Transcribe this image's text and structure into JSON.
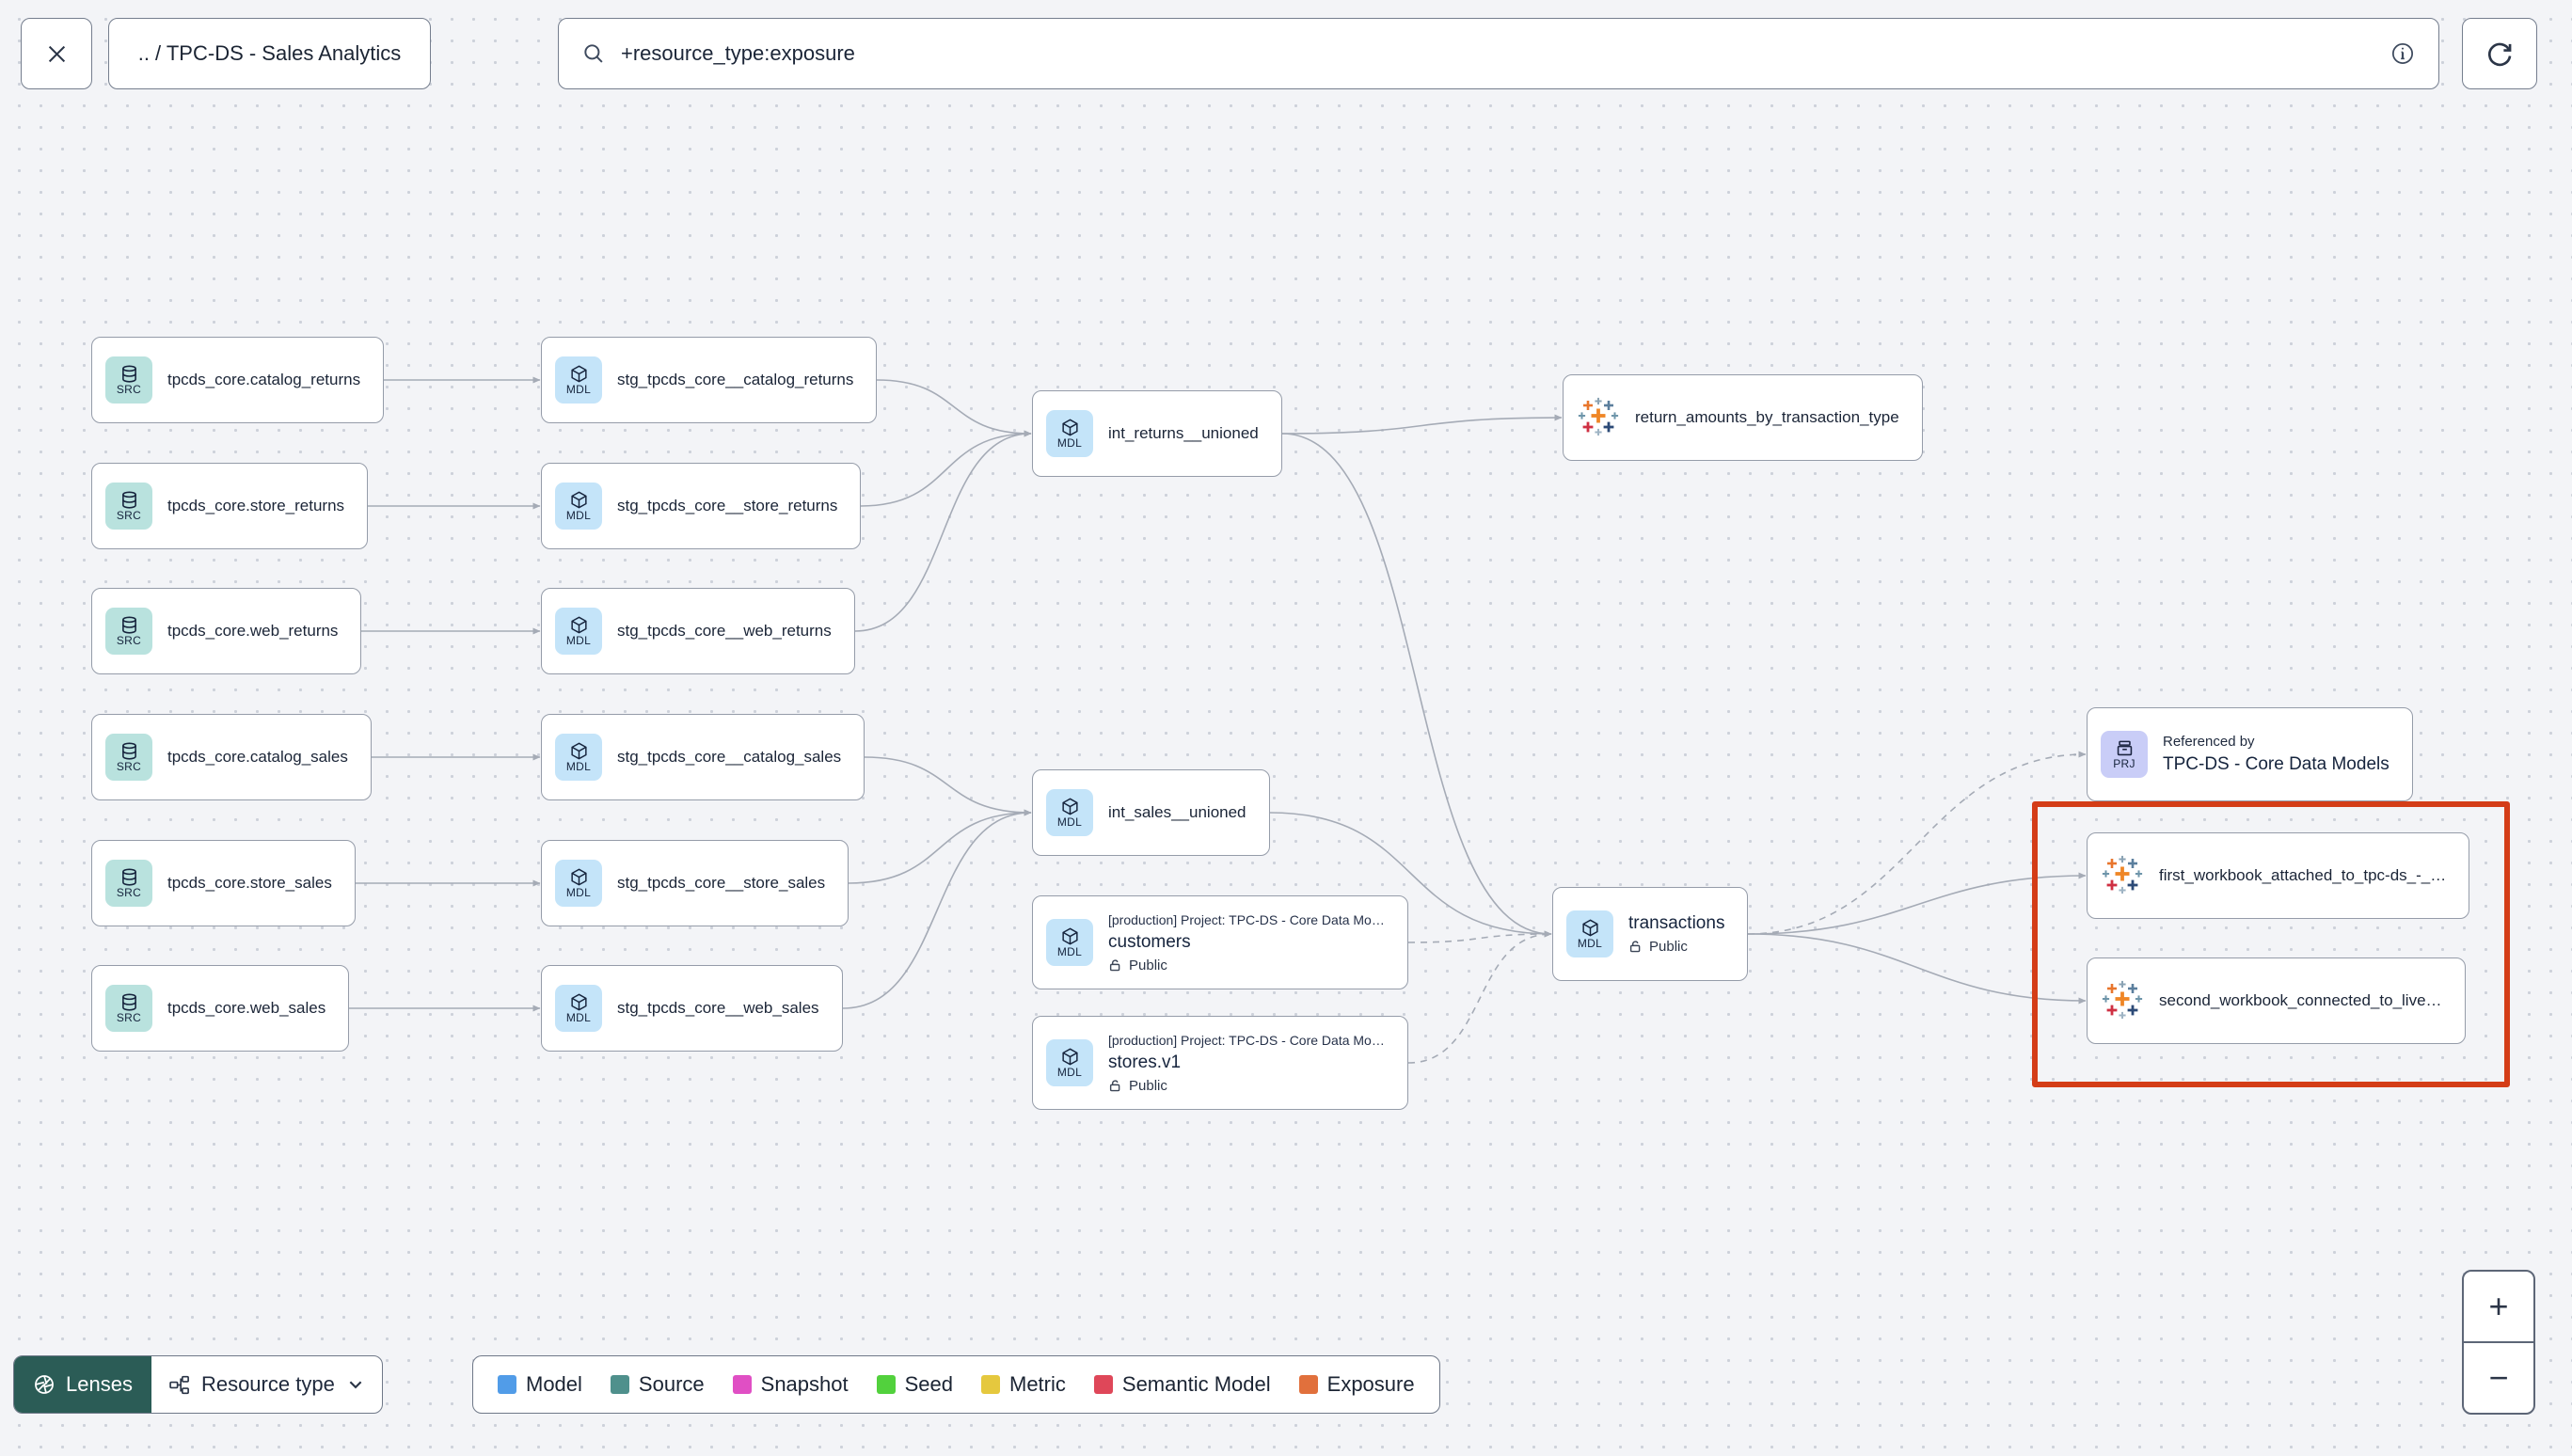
{
  "topbar": {
    "breadcrumb": ".. / TPC-DS - Sales Analytics",
    "search_value": "+resource_type:exposure"
  },
  "graph": {
    "nodes": [
      {
        "id": "src_catalog_returns",
        "kind": "simple",
        "badge": "SRC",
        "label": "tpcds_core.catalog_returns"
      },
      {
        "id": "src_store_returns",
        "kind": "simple",
        "badge": "SRC",
        "label": "tpcds_core.store_returns"
      },
      {
        "id": "src_web_returns",
        "kind": "simple",
        "badge": "SRC",
        "label": "tpcds_core.web_returns"
      },
      {
        "id": "src_catalog_sales",
        "kind": "simple",
        "badge": "SRC",
        "label": "tpcds_core.catalog_sales"
      },
      {
        "id": "src_store_sales",
        "kind": "simple",
        "badge": "SRC",
        "label": "tpcds_core.store_sales"
      },
      {
        "id": "src_web_sales",
        "kind": "simple",
        "badge": "SRC",
        "label": "tpcds_core.web_sales"
      },
      {
        "id": "stg_catalog_returns",
        "kind": "simple",
        "badge": "MDL",
        "label": "stg_tpcds_core__catalog_returns"
      },
      {
        "id": "stg_store_returns",
        "kind": "simple",
        "badge": "MDL",
        "label": "stg_tpcds_core__store_returns"
      },
      {
        "id": "stg_web_returns",
        "kind": "simple",
        "badge": "MDL",
        "label": "stg_tpcds_core__web_returns"
      },
      {
        "id": "stg_catalog_sales",
        "kind": "simple",
        "badge": "MDL",
        "label": "stg_tpcds_core__catalog_sales"
      },
      {
        "id": "stg_store_sales",
        "kind": "simple",
        "badge": "MDL",
        "label": "stg_tpcds_core__store_sales"
      },
      {
        "id": "stg_web_sales",
        "kind": "simple",
        "badge": "MDL",
        "label": "stg_tpcds_core__web_sales"
      },
      {
        "id": "int_returns",
        "kind": "simple",
        "badge": "MDL",
        "label": "int_returns__unioned"
      },
      {
        "id": "int_sales",
        "kind": "simple",
        "badge": "MDL",
        "label": "int_sales__unioned"
      },
      {
        "id": "customers",
        "kind": "detail",
        "badge": "MDL",
        "meta": "[production] Project: TPC-DS - Core Data Mo…",
        "label": "customers",
        "access": "Public"
      },
      {
        "id": "stores",
        "kind": "detail",
        "badge": "MDL",
        "meta": "[production] Project: TPC-DS - Core Data Mo…",
        "label": "stores.v1",
        "access": "Public"
      },
      {
        "id": "return_amounts",
        "kind": "exposure",
        "label": "return_amounts_by_transaction_type"
      },
      {
        "id": "transactions",
        "kind": "detail",
        "badge": "MDL",
        "label": "transactions",
        "access": "Public"
      },
      {
        "id": "referenced_by",
        "kind": "project",
        "badge": "PRJ",
        "meta": "Referenced by",
        "label": "TPC-DS - Core Data Models"
      },
      {
        "id": "first_workbook",
        "kind": "exposure",
        "label": "first_workbook_attached_to_tpc-ds_-_…"
      },
      {
        "id": "second_workbook",
        "kind": "exposure",
        "label": "second_workbook_connected_to_live…"
      }
    ],
    "edges": [
      {
        "from": "src_catalog_returns",
        "to": "stg_catalog_returns",
        "style": "solid"
      },
      {
        "from": "src_store_returns",
        "to": "stg_store_returns",
        "style": "solid"
      },
      {
        "from": "src_web_returns",
        "to": "stg_web_returns",
        "style": "solid"
      },
      {
        "from": "src_catalog_sales",
        "to": "stg_catalog_sales",
        "style": "solid"
      },
      {
        "from": "src_store_sales",
        "to": "stg_store_sales",
        "style": "solid"
      },
      {
        "from": "src_web_sales",
        "to": "stg_web_sales",
        "style": "solid"
      },
      {
        "from": "stg_catalog_returns",
        "to": "int_returns",
        "style": "solid"
      },
      {
        "from": "stg_store_returns",
        "to": "int_returns",
        "style": "solid"
      },
      {
        "from": "stg_web_returns",
        "to": "int_returns",
        "style": "solid"
      },
      {
        "from": "stg_catalog_sales",
        "to": "int_sales",
        "style": "solid"
      },
      {
        "from": "stg_store_sales",
        "to": "int_sales",
        "style": "solid"
      },
      {
        "from": "stg_web_sales",
        "to": "int_sales",
        "style": "solid"
      },
      {
        "from": "int_returns",
        "to": "return_amounts",
        "style": "solid"
      },
      {
        "from": "int_returns",
        "to": "transactions",
        "style": "solid"
      },
      {
        "from": "int_sales",
        "to": "transactions",
        "style": "solid"
      },
      {
        "from": "customers",
        "to": "transactions",
        "style": "dashed"
      },
      {
        "from": "stores",
        "to": "transactions",
        "style": "dashed"
      },
      {
        "from": "transactions",
        "to": "referenced_by",
        "style": "dashed"
      },
      {
        "from": "transactions",
        "to": "first_workbook",
        "style": "solid"
      },
      {
        "from": "transactions",
        "to": "second_workbook",
        "style": "solid"
      }
    ]
  },
  "legend": {
    "items": [
      {
        "label": "Model",
        "color": "#519ce8"
      },
      {
        "label": "Source",
        "color": "#4f908c"
      },
      {
        "label": "Snapshot",
        "color": "#e04fc4"
      },
      {
        "label": "Seed",
        "color": "#52d13d"
      },
      {
        "label": "Metric",
        "color": "#e5c83e"
      },
      {
        "label": "Semantic Model",
        "color": "#df4759"
      },
      {
        "label": "Exposure",
        "color": "#e1703c"
      }
    ]
  },
  "controls": {
    "lenses": "Lenses",
    "resource_type": "Resource type",
    "zoom_in": "+",
    "zoom_out": "−"
  },
  "colors": {
    "badges": {
      "SRC": "#b9e2de",
      "MDL": "#c4e4f9",
      "PRJ": "#c9cdf7"
    },
    "highlight": "#d43d17",
    "lenses_bg": "#2b5c56",
    "edge": "#a5abb6"
  }
}
